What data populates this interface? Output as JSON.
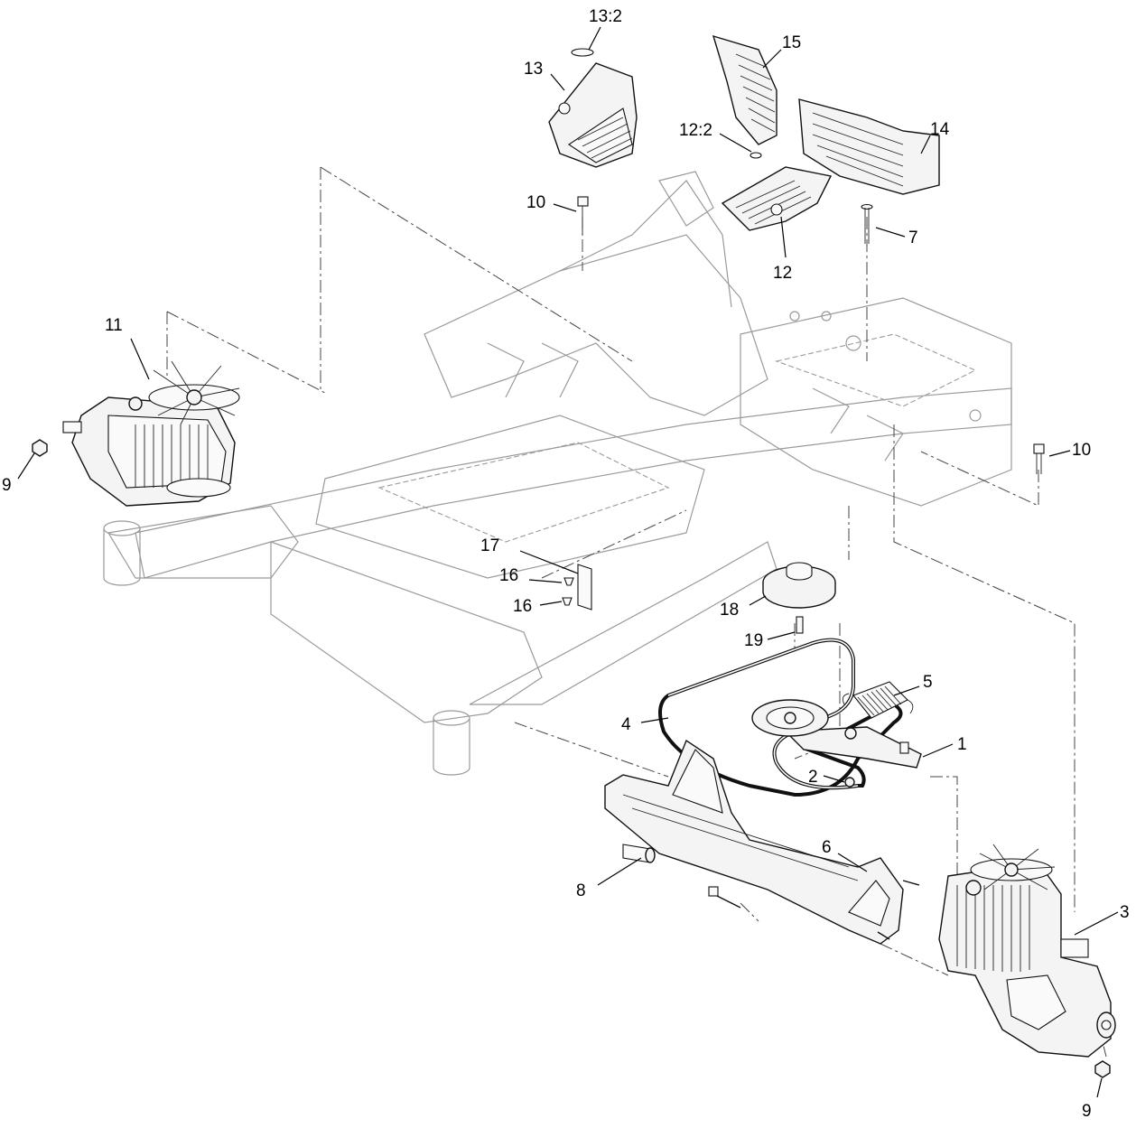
{
  "callouts": [
    {
      "id": "c-13-2",
      "text": "13:2"
    },
    {
      "id": "c-13",
      "text": "13"
    },
    {
      "id": "c-15",
      "text": "15"
    },
    {
      "id": "c-12-2",
      "text": "12:2"
    },
    {
      "id": "c-14",
      "text": "14"
    },
    {
      "id": "c-10a",
      "text": "10"
    },
    {
      "id": "c-7",
      "text": "7"
    },
    {
      "id": "c-12",
      "text": "12"
    },
    {
      "id": "c-11",
      "text": "11"
    },
    {
      "id": "c-9a",
      "text": "9"
    },
    {
      "id": "c-10b",
      "text": "10"
    },
    {
      "id": "c-17",
      "text": "17"
    },
    {
      "id": "c-16a",
      "text": "16"
    },
    {
      "id": "c-16b",
      "text": "16"
    },
    {
      "id": "c-18",
      "text": "18"
    },
    {
      "id": "c-19",
      "text": "19"
    },
    {
      "id": "c-5",
      "text": "5"
    },
    {
      "id": "c-4",
      "text": "4"
    },
    {
      "id": "c-1",
      "text": "1"
    },
    {
      "id": "c-2",
      "text": "2"
    },
    {
      "id": "c-6",
      "text": "6"
    },
    {
      "id": "c-8",
      "text": "8"
    },
    {
      "id": "c-3",
      "text": "3"
    },
    {
      "id": "c-9b",
      "text": "9"
    }
  ]
}
